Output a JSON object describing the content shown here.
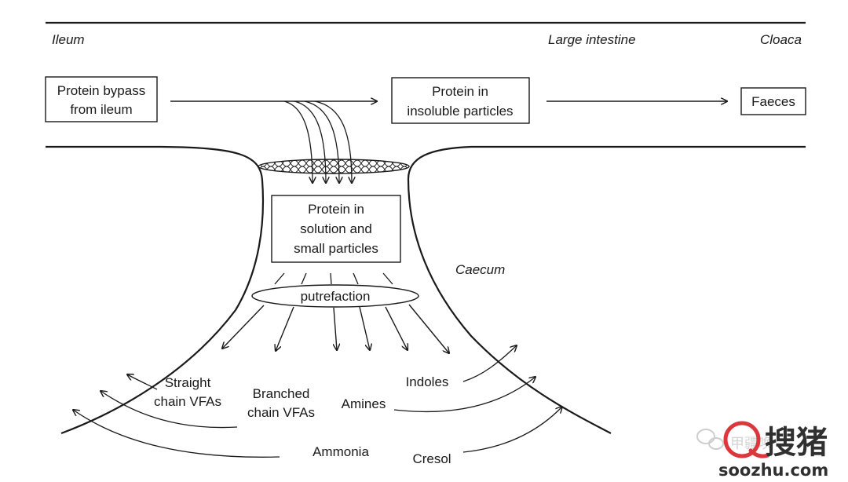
{
  "regions": {
    "ileum": "Ileum",
    "large_intestine": "Large intestine",
    "cloaca": "Cloaca",
    "caecum": "Caecum"
  },
  "boxes": {
    "bypass": [
      "Protein bypass",
      "from ileum"
    ],
    "insoluble": [
      "Protein in",
      "insoluble particles"
    ],
    "faeces": [
      "Faeces"
    ],
    "solution": [
      "Protein in",
      "solution and",
      "small particles"
    ]
  },
  "process": {
    "putrefaction": "putrefaction"
  },
  "products": {
    "straight_vfas": [
      "Straight",
      "chain VFAs"
    ],
    "branched_vfas": [
      "Branched",
      "chain VFAs"
    ],
    "amines": "Amines",
    "indoles": "Indoles",
    "ammonia": "Ammonia",
    "cresol": "Cresol"
  },
  "watermark": {
    "site": "soozhu.com",
    "brand": "搜猪",
    "faint": "甲疆唤"
  },
  "colors": {
    "ink": "#1a1a1a",
    "brand": "#d8232a"
  }
}
